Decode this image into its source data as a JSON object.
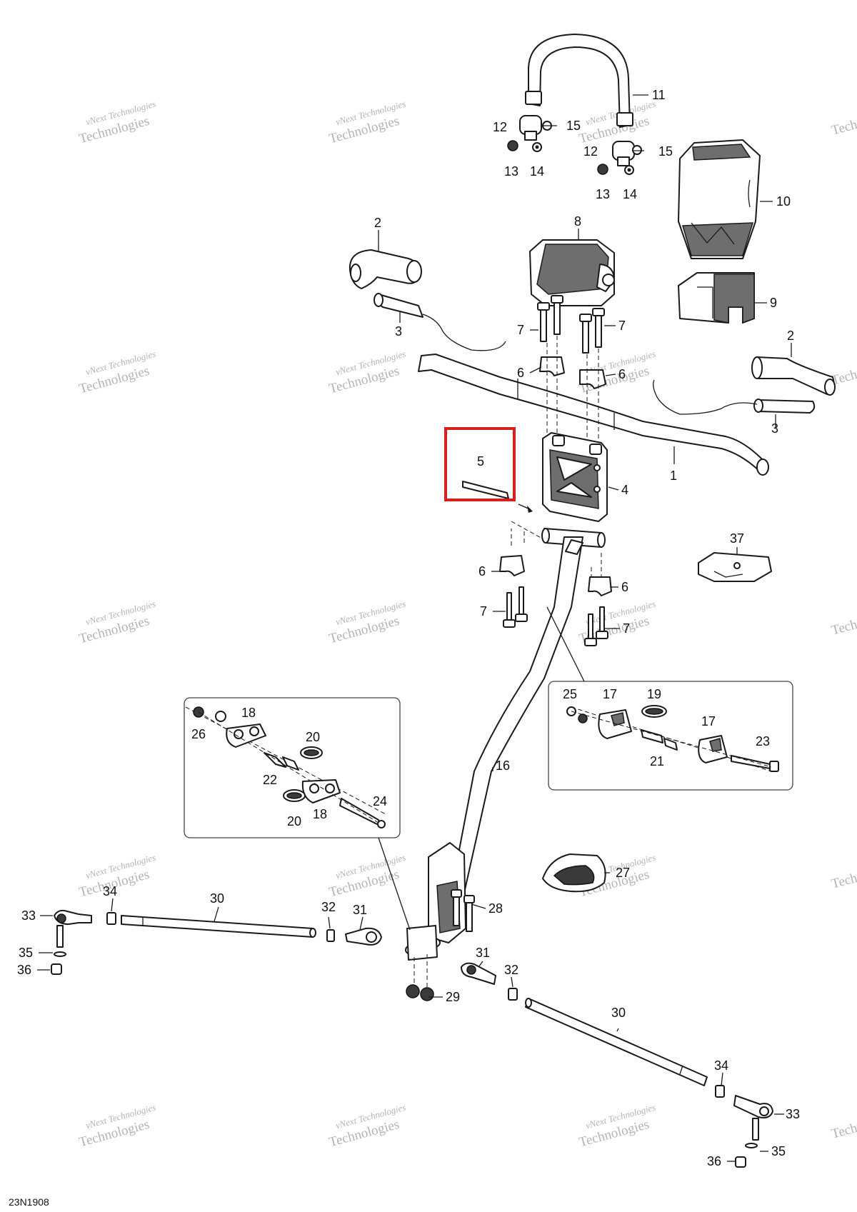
{
  "diagram_code": "23N1908",
  "watermark": {
    "line1": "vNext Technologies",
    "line2": "Technologies"
  },
  "highlight_color": "#d42020",
  "callouts": {
    "c1": "1",
    "c2a": "2",
    "c2b": "2",
    "c3a": "3",
    "c3b": "3",
    "c4": "4",
    "c5": "5",
    "c6a": "6",
    "c6b": "6",
    "c6c": "6",
    "c6d": "6",
    "c7a": "7",
    "c7b": "7",
    "c7c": "7",
    "c7d": "7",
    "c8": "8",
    "c9": "9",
    "c10": "10",
    "c11": "11",
    "c12a": "12",
    "c12b": "12",
    "c13a": "13",
    "c13b": "13",
    "c14a": "14",
    "c14b": "14",
    "c15a": "15",
    "c15b": "15",
    "c16": "16",
    "c17a": "17",
    "c17b": "17",
    "c18a": "18",
    "c18b": "18",
    "c19": "19",
    "c20a": "20",
    "c20b": "20",
    "c21": "21",
    "c22": "22",
    "c23": "23",
    "c24": "24",
    "c25": "25",
    "c26": "26",
    "c27": "27",
    "c28": "28",
    "c29": "29",
    "c30a": "30",
    "c30b": "30",
    "c31a": "31",
    "c31b": "31",
    "c32a": "32",
    "c32b": "32",
    "c33a": "33",
    "c33b": "33",
    "c34a": "34",
    "c34b": "34",
    "c35a": "35",
    "c35b": "35",
    "c36a": "36",
    "c36b": "36",
    "c37": "37"
  }
}
